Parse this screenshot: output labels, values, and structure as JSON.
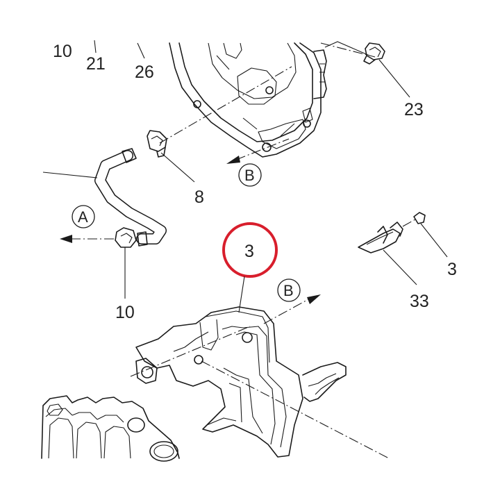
{
  "callouts": [
    {
      "id": "c10top",
      "text": "10"
    },
    {
      "id": "c21",
      "text": "21"
    },
    {
      "id": "c26",
      "text": "26"
    },
    {
      "id": "c23",
      "text": "23"
    },
    {
      "id": "c8",
      "text": "8"
    },
    {
      "id": "c10",
      "text": "10"
    },
    {
      "id": "c3main",
      "text": "3"
    },
    {
      "id": "c3right",
      "text": "3"
    },
    {
      "id": "c33",
      "text": "33"
    }
  ],
  "references": [
    {
      "id": "refB1",
      "text": "B"
    },
    {
      "id": "refA",
      "text": "A"
    },
    {
      "id": "refB2",
      "text": "B"
    }
  ],
  "highlight": {
    "callout": "3",
    "color": "#d81e2c"
  }
}
